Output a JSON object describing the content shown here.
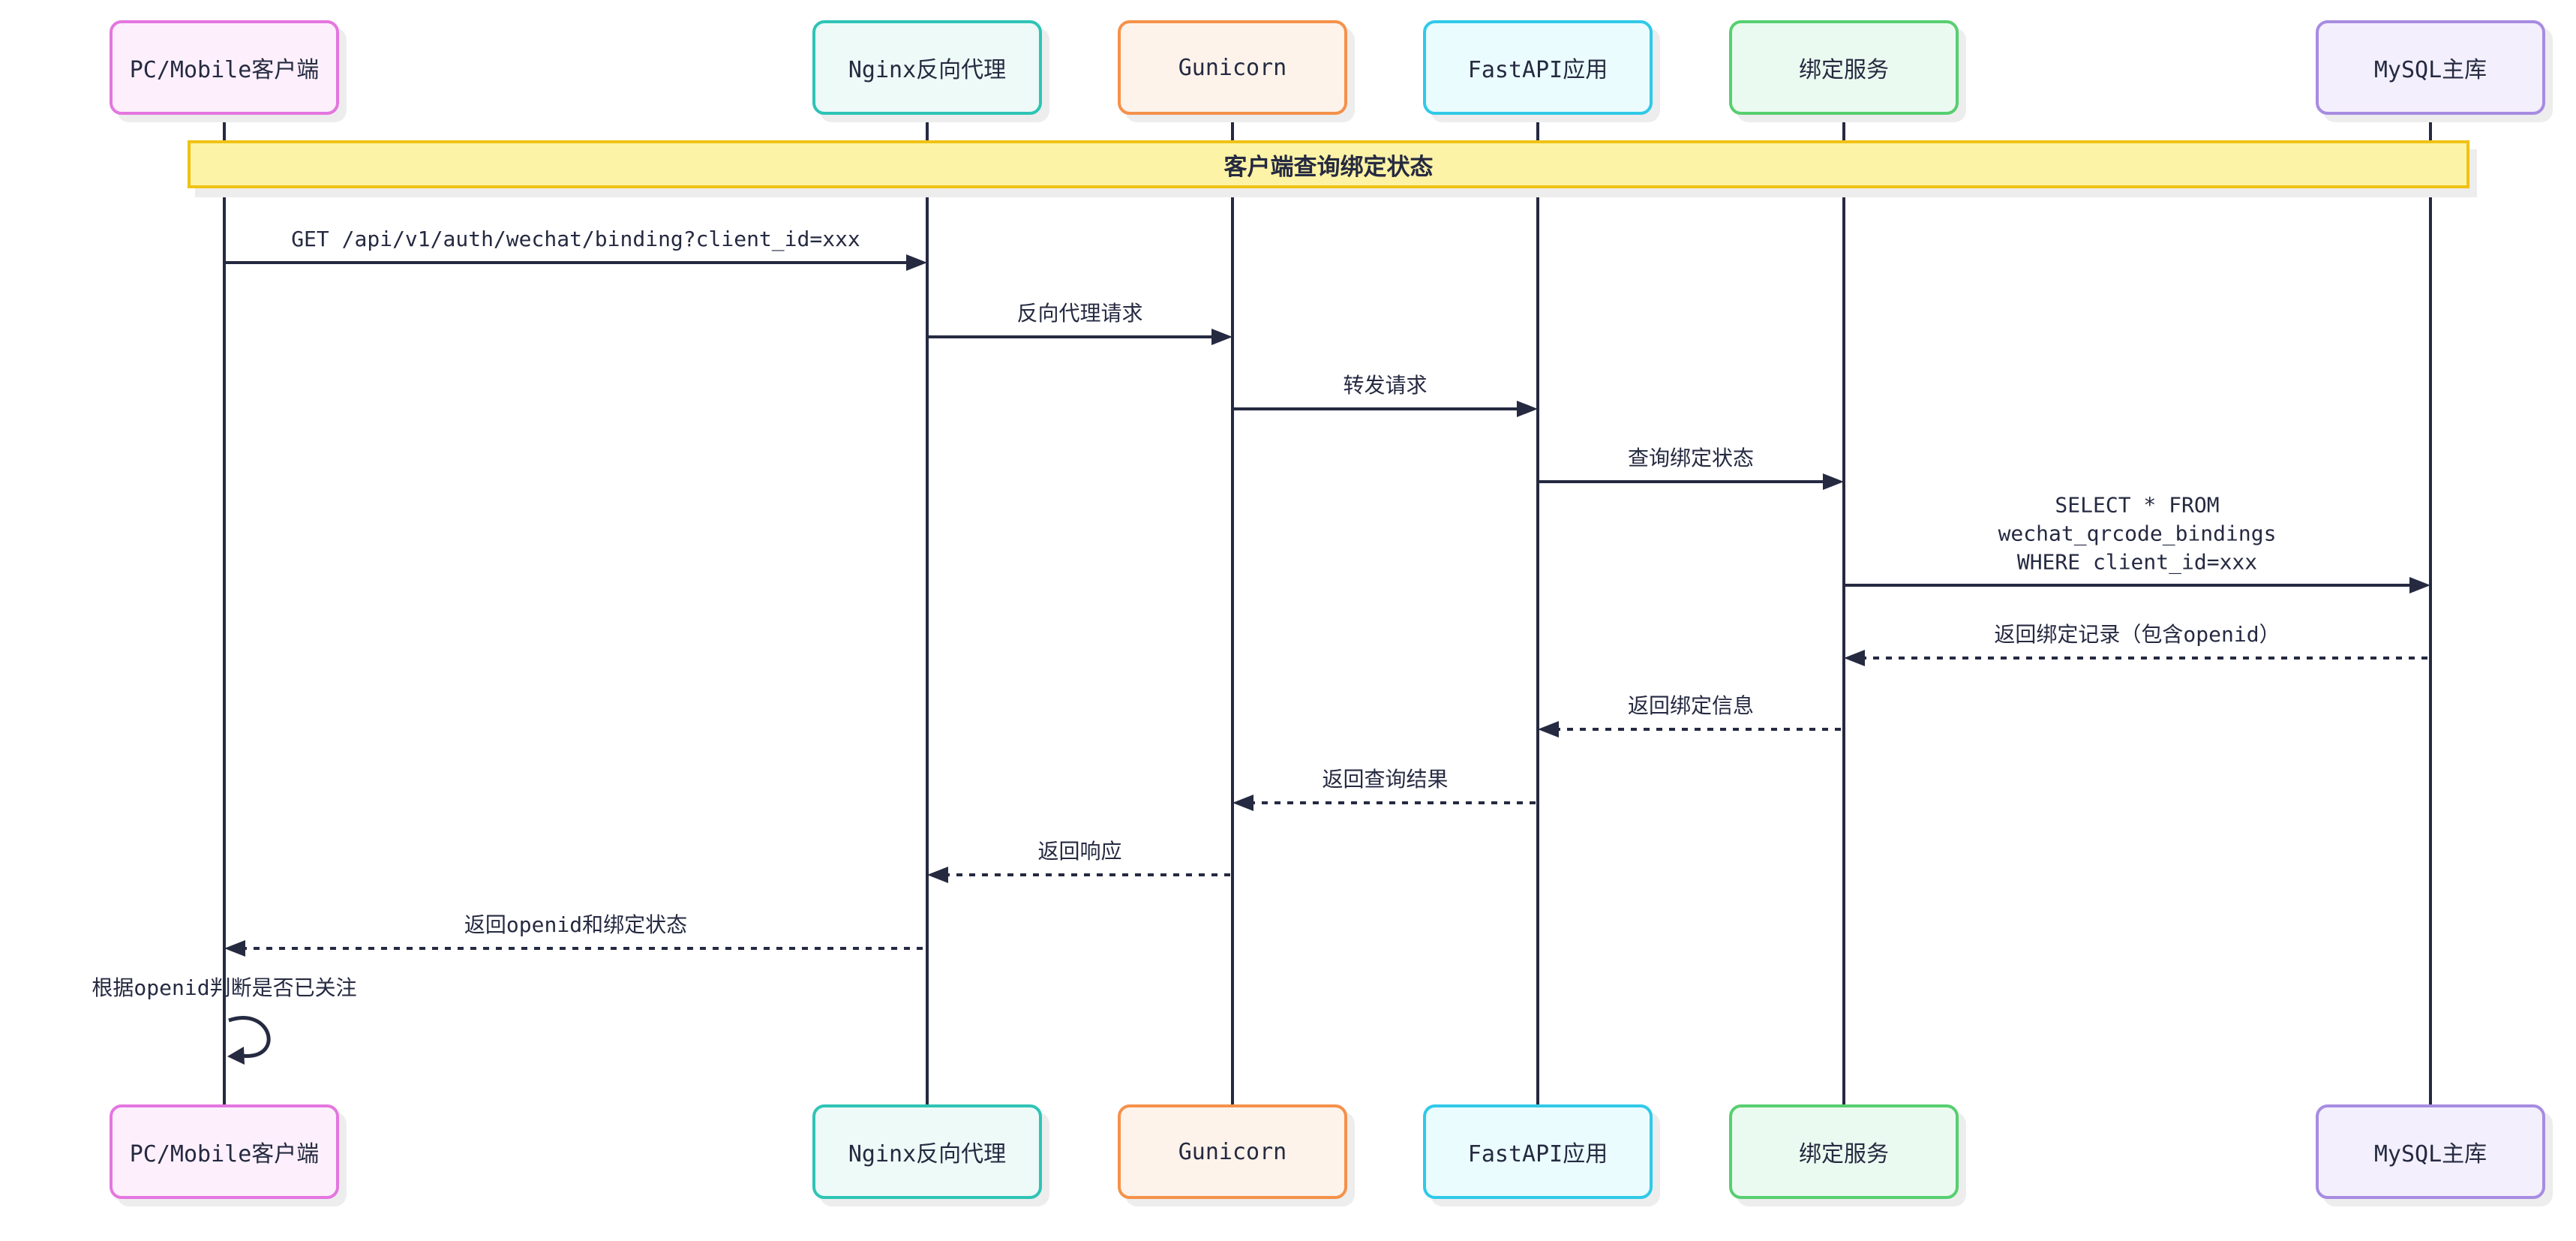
{
  "diagram": {
    "type": "sequence-diagram",
    "title": "客户端查询绑定状态",
    "colors": {
      "line": "#252a41",
      "text": "#252a41",
      "banner_fill": "#fdf3a6",
      "banner_border": "#f0c214",
      "background": "#ffffff"
    },
    "actors": [
      {
        "id": "client",
        "label": "PC/Mobile客户端",
        "border_color": "#e476e0",
        "fill_color": "#fdf0fc"
      },
      {
        "id": "nginx",
        "label": "Nginx反向代理",
        "border_color": "#2ec4b6",
        "fill_color": "#edfaf7"
      },
      {
        "id": "gunicorn",
        "label": "Gunicorn",
        "border_color": "#f5914a",
        "fill_color": "#fdf3eb"
      },
      {
        "id": "fastapi",
        "label": "FastAPI应用",
        "border_color": "#30c9e8",
        "fill_color": "#eafcfe"
      },
      {
        "id": "binding",
        "label": "绑定服务",
        "border_color": "#57cf70",
        "fill_color": "#ebfaf0"
      },
      {
        "id": "mysql",
        "label": "MySQL主库",
        "border_color": "#a78ce1",
        "fill_color": "#f3effc"
      }
    ],
    "messages": [
      {
        "from": "client",
        "to": "nginx",
        "label": "GET /api/v1/auth/wechat/binding?client_id=xxx",
        "line": "solid"
      },
      {
        "from": "nginx",
        "to": "gunicorn",
        "label": "反向代理请求",
        "line": "solid"
      },
      {
        "from": "gunicorn",
        "to": "fastapi",
        "label": "转发请求",
        "line": "solid"
      },
      {
        "from": "fastapi",
        "to": "binding",
        "label": "查询绑定状态",
        "line": "solid"
      },
      {
        "from": "binding",
        "to": "mysql",
        "label": "SELECT * FROM wechat_qrcode_bindings\nWHERE client_id=xxx",
        "line": "solid"
      },
      {
        "from": "mysql",
        "to": "binding",
        "label": "返回绑定记录（包含openid）",
        "line": "dotted"
      },
      {
        "from": "binding",
        "to": "fastapi",
        "label": "返回绑定信息",
        "line": "dotted"
      },
      {
        "from": "fastapi",
        "to": "gunicorn",
        "label": "返回查询结果",
        "line": "dotted"
      },
      {
        "from": "gunicorn",
        "to": "nginx",
        "label": "返回响应",
        "line": "dotted"
      },
      {
        "from": "nginx",
        "to": "client",
        "label": "返回openid和绑定状态",
        "line": "dotted"
      },
      {
        "from": "client",
        "to": "client",
        "label": "根据openid判断是否已关注",
        "line": "self"
      }
    ]
  }
}
